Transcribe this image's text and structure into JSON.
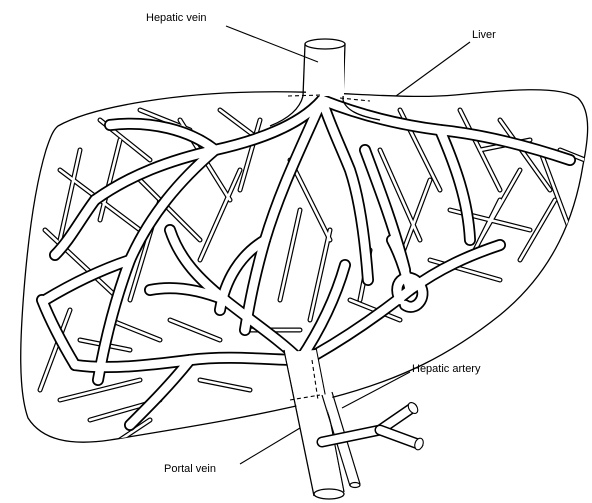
{
  "labels": {
    "hepatic_vein": "Hepatic vein",
    "liver": "Liver",
    "hepatic_artery": "Hepatic artery",
    "portal_vein": "Portal vein"
  },
  "colors": {
    "line": "#000000",
    "background": "#ffffff"
  }
}
